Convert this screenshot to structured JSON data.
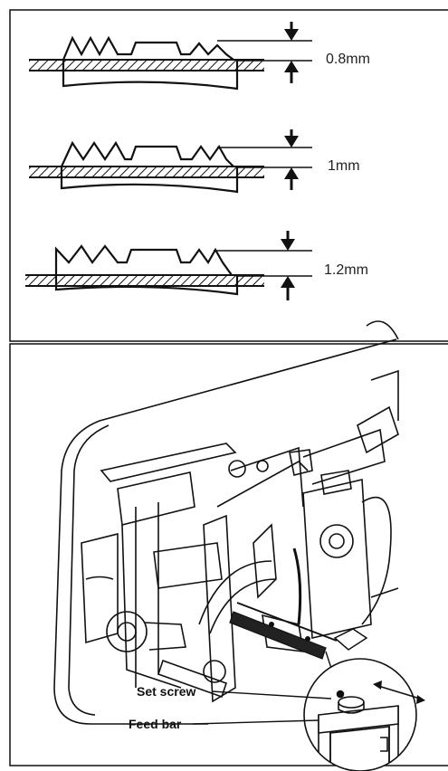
{
  "panels": {
    "top": {
      "diagrams": [
        {
          "label": "0.8mm",
          "height_mm": 0.8
        },
        {
          "label": "1mm",
          "height_mm": 1.0
        },
        {
          "label": "1.2mm",
          "height_mm": 1.2
        }
      ]
    },
    "bottom": {
      "callouts": [
        {
          "label": "Set screw"
        },
        {
          "label": "Feed bar"
        }
      ]
    }
  }
}
